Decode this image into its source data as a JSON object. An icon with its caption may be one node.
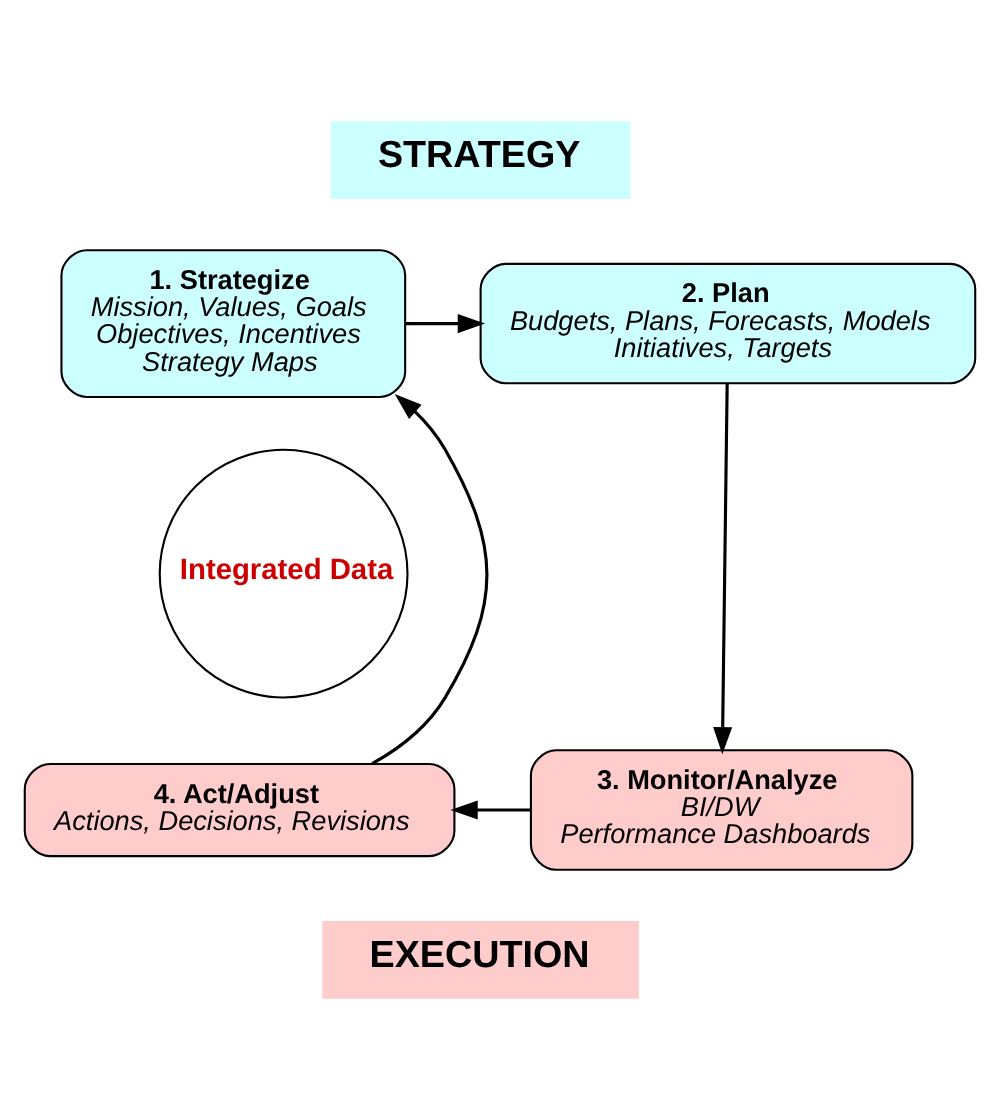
{
  "diagram": {
    "nodes": [
      {
        "text": [
          "STRATEGY"
        ]
      },
      {
        "text": [
          "1. Strategize",
          "Mission, Values, Goals",
          "Objectives, Incentives",
          "Strategy Maps"
        ]
      },
      {
        "text": [
          "2. Plan",
          "Budgets, Plans, Forecasts, Models",
          "Initiatives, Targets"
        ]
      },
      {
        "text": [
          "Integrated Data"
        ]
      },
      {
        "text": [
          "4. Act/Adjust",
          "Actions, Decisions, Revisions"
        ]
      },
      {
        "text": [
          "3. Monitor/Analyze",
          "BI/DW",
          "Performance Dashboards"
        ]
      },
      {
        "text": [
          "EXECUTION"
        ]
      }
    ],
    "edges": [
      {
        "from": 1,
        "to": 2,
        "arrow": "to"
      },
      {
        "from": 2,
        "to": 5,
        "arrow": "to"
      },
      {
        "from": 5,
        "to": 4,
        "arrow": "to"
      },
      {
        "from": 4,
        "to": 1,
        "arrow": "to"
      }
    ]
  }
}
